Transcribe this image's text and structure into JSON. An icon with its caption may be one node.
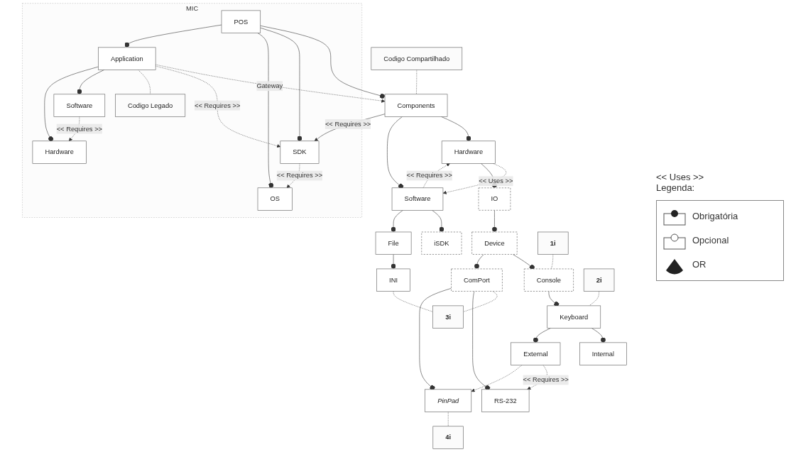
{
  "diagram": {
    "nodes": [
      {
        "text": [
          "Codigo Compartilhado"
        ]
      },
      {
        "text": [
          "MIC"
        ]
      },
      {
        "text": [
          "POS"
        ],
        "in": 1
      },
      {
        "text": [
          "Components"
        ]
      },
      {
        "text": [
          "SDK"
        ],
        "in": 1
      },
      {
        "text": [
          "OS"
        ],
        "in": 1
      },
      {
        "text": [
          "Hardware"
        ]
      },
      {
        "text": [
          "Software"
        ]
      },
      {
        "text": [
          "Application"
        ],
        "in": 1
      },
      {
        "text": [
          "Software"
        ],
        "in": 1
      },
      {
        "text": [
          "Hardware"
        ],
        "in": 1
      },
      {
        "text": [
          "Codigo Legado"
        ],
        "in": 1
      },
      {
        "text": [
          "IO"
        ]
      },
      {
        "text": [
          "iSDK"
        ]
      },
      {
        "text": [
          "File"
        ]
      },
      {
        "text": [
          "Device"
        ]
      },
      {
        "text": [
          "INI"
        ]
      },
      {
        "text": [
          "1i"
        ]
      },
      {
        "text": [
          "Console"
        ]
      },
      {
        "text": [
          "ComPort"
        ]
      },
      {
        "text": [
          "3i"
        ]
      },
      {
        "text": [
          "2i"
        ]
      },
      {
        "text": [
          "Keyboard"
        ]
      },
      {
        "text": [
          "RS-232"
        ]
      },
      {
        "text": [
          "PinPad"
        ]
      },
      {
        "text": [
          "4i"
        ]
      },
      {
        "text": [
          "Internal"
        ]
      },
      {
        "text": [
          "External"
        ]
      }
    ],
    "edges": [
      {
        "from": 0,
        "to": 3,
        "arrow": "none",
        "style": "dashed"
      },
      {
        "from": 2,
        "to": 3,
        "arrow": "other"
      },
      {
        "from": 2,
        "to": 4,
        "arrow": "other"
      },
      {
        "from": 2,
        "to": 5,
        "arrow": "other"
      },
      {
        "from": 2,
        "to": 8,
        "arrow": "other"
      },
      {
        "from": 3,
        "to": 4,
        "arrow": "to",
        "label": "<< Requires >>"
      },
      {
        "from": 8,
        "to": 3,
        "arrow": "to",
        "style": "dashed",
        "label": "Gateway"
      },
      {
        "from": 4,
        "to": 5,
        "arrow": "to",
        "style": "dashed",
        "label": "<< Requires >>"
      },
      {
        "from": 8,
        "to": 4,
        "arrow": "to",
        "style": "dashed",
        "label": "<< Requires >>"
      },
      {
        "from": 8,
        "to": 11,
        "arrow": "none",
        "style": "dashed"
      },
      {
        "from": 3,
        "to": 6,
        "arrow": "other"
      },
      {
        "from": 3,
        "to": 7,
        "arrow": "other"
      },
      {
        "from": 6,
        "to": 7,
        "arrow": "to",
        "style": "dashed",
        "label": "<< Uses >>"
      },
      {
        "from": 7,
        "to": 6,
        "arrow": "to",
        "style": "dashed",
        "label": "<< Requires >>"
      },
      {
        "from": 8,
        "to": 9,
        "arrow": "other"
      },
      {
        "from": 8,
        "to": 10,
        "arrow": "other"
      },
      {
        "from": 9,
        "to": 10,
        "arrow": "to",
        "style": "dashed",
        "label": "<< Requires >>"
      },
      {
        "from": 6,
        "to": 12,
        "arrow": "other"
      },
      {
        "from": 7,
        "to": 13,
        "arrow": "other"
      },
      {
        "from": 7,
        "to": 14,
        "arrow": "other"
      },
      {
        "from": 12,
        "to": 15,
        "arrow": "other"
      },
      {
        "from": 14,
        "to": 16,
        "arrow": "other"
      },
      {
        "from": 15,
        "to": 18,
        "arrow": "other"
      },
      {
        "from": 15,
        "to": 19,
        "arrow": "other"
      },
      {
        "from": 17,
        "to": 18,
        "arrow": "none",
        "style": "dashed"
      },
      {
        "from": 19,
        "to": 20,
        "arrow": "none",
        "style": "dashed"
      },
      {
        "from": 16,
        "to": 20,
        "arrow": "none",
        "style": "dashed"
      },
      {
        "from": 18,
        "to": 22,
        "arrow": "other"
      },
      {
        "from": 21,
        "to": 22,
        "arrow": "none",
        "style": "dashed"
      },
      {
        "from": 19,
        "to": 23,
        "arrow": "other"
      },
      {
        "from": 19,
        "to": 24,
        "arrow": "other"
      },
      {
        "from": 24,
        "to": 25,
        "arrow": "none",
        "style": "dashed"
      },
      {
        "from": 22,
        "to": 26,
        "arrow": "other"
      },
      {
        "from": 22,
        "to": 27,
        "arrow": "other"
      },
      {
        "from": 27,
        "to": 23,
        "arrow": "to",
        "style": "dashed",
        "label": "<< Requires >>"
      },
      {
        "from": 27,
        "to": 24,
        "arrow": "to",
        "style": "dashed"
      }
    ],
    "labels": [
      "<< Uses >>",
      "Legenda:"
    ],
    "legend": [
      {
        "text": "Obrigatória"
      },
      {
        "text": "Opcional"
      },
      {
        "text": "OR"
      }
    ]
  }
}
